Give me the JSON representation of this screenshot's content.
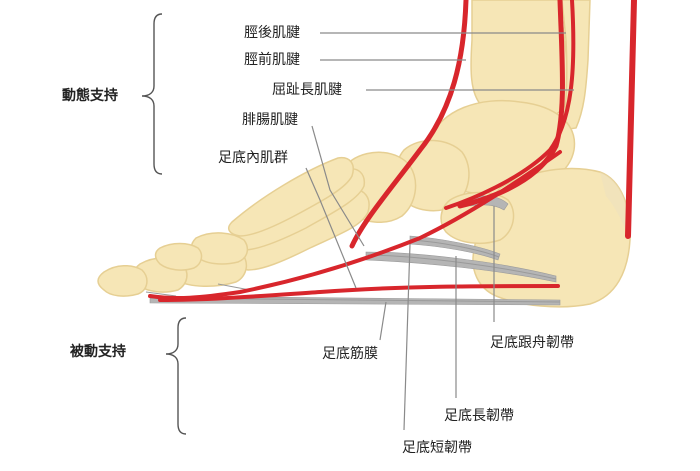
{
  "groups": {
    "dynamic": "動態支持",
    "passive": "被動支持"
  },
  "labels": {
    "tibialis_posterior": "脛後肌腱",
    "tibialis_anterior": "脛前肌腱",
    "flexor_digitorum_longus": "屈趾長肌腱",
    "peroneus": "腓腸肌腱",
    "intrinsic_muscles": "足底內肌群",
    "plantar_fascia": "足底筋膜",
    "spring_ligament": "足底跟舟韌帶",
    "long_plantar_ligament": "足底長韌帶",
    "short_plantar_ligament": "足底短韌帶"
  },
  "colors": {
    "bone": "#f6e6b6",
    "bone_outline": "#e6cf93",
    "tendon": "#d8262c",
    "tendon_dark": "#a8161c",
    "ligament": "#b5b5b5",
    "leader": "#8a8a8a",
    "bracket": "#555555"
  }
}
